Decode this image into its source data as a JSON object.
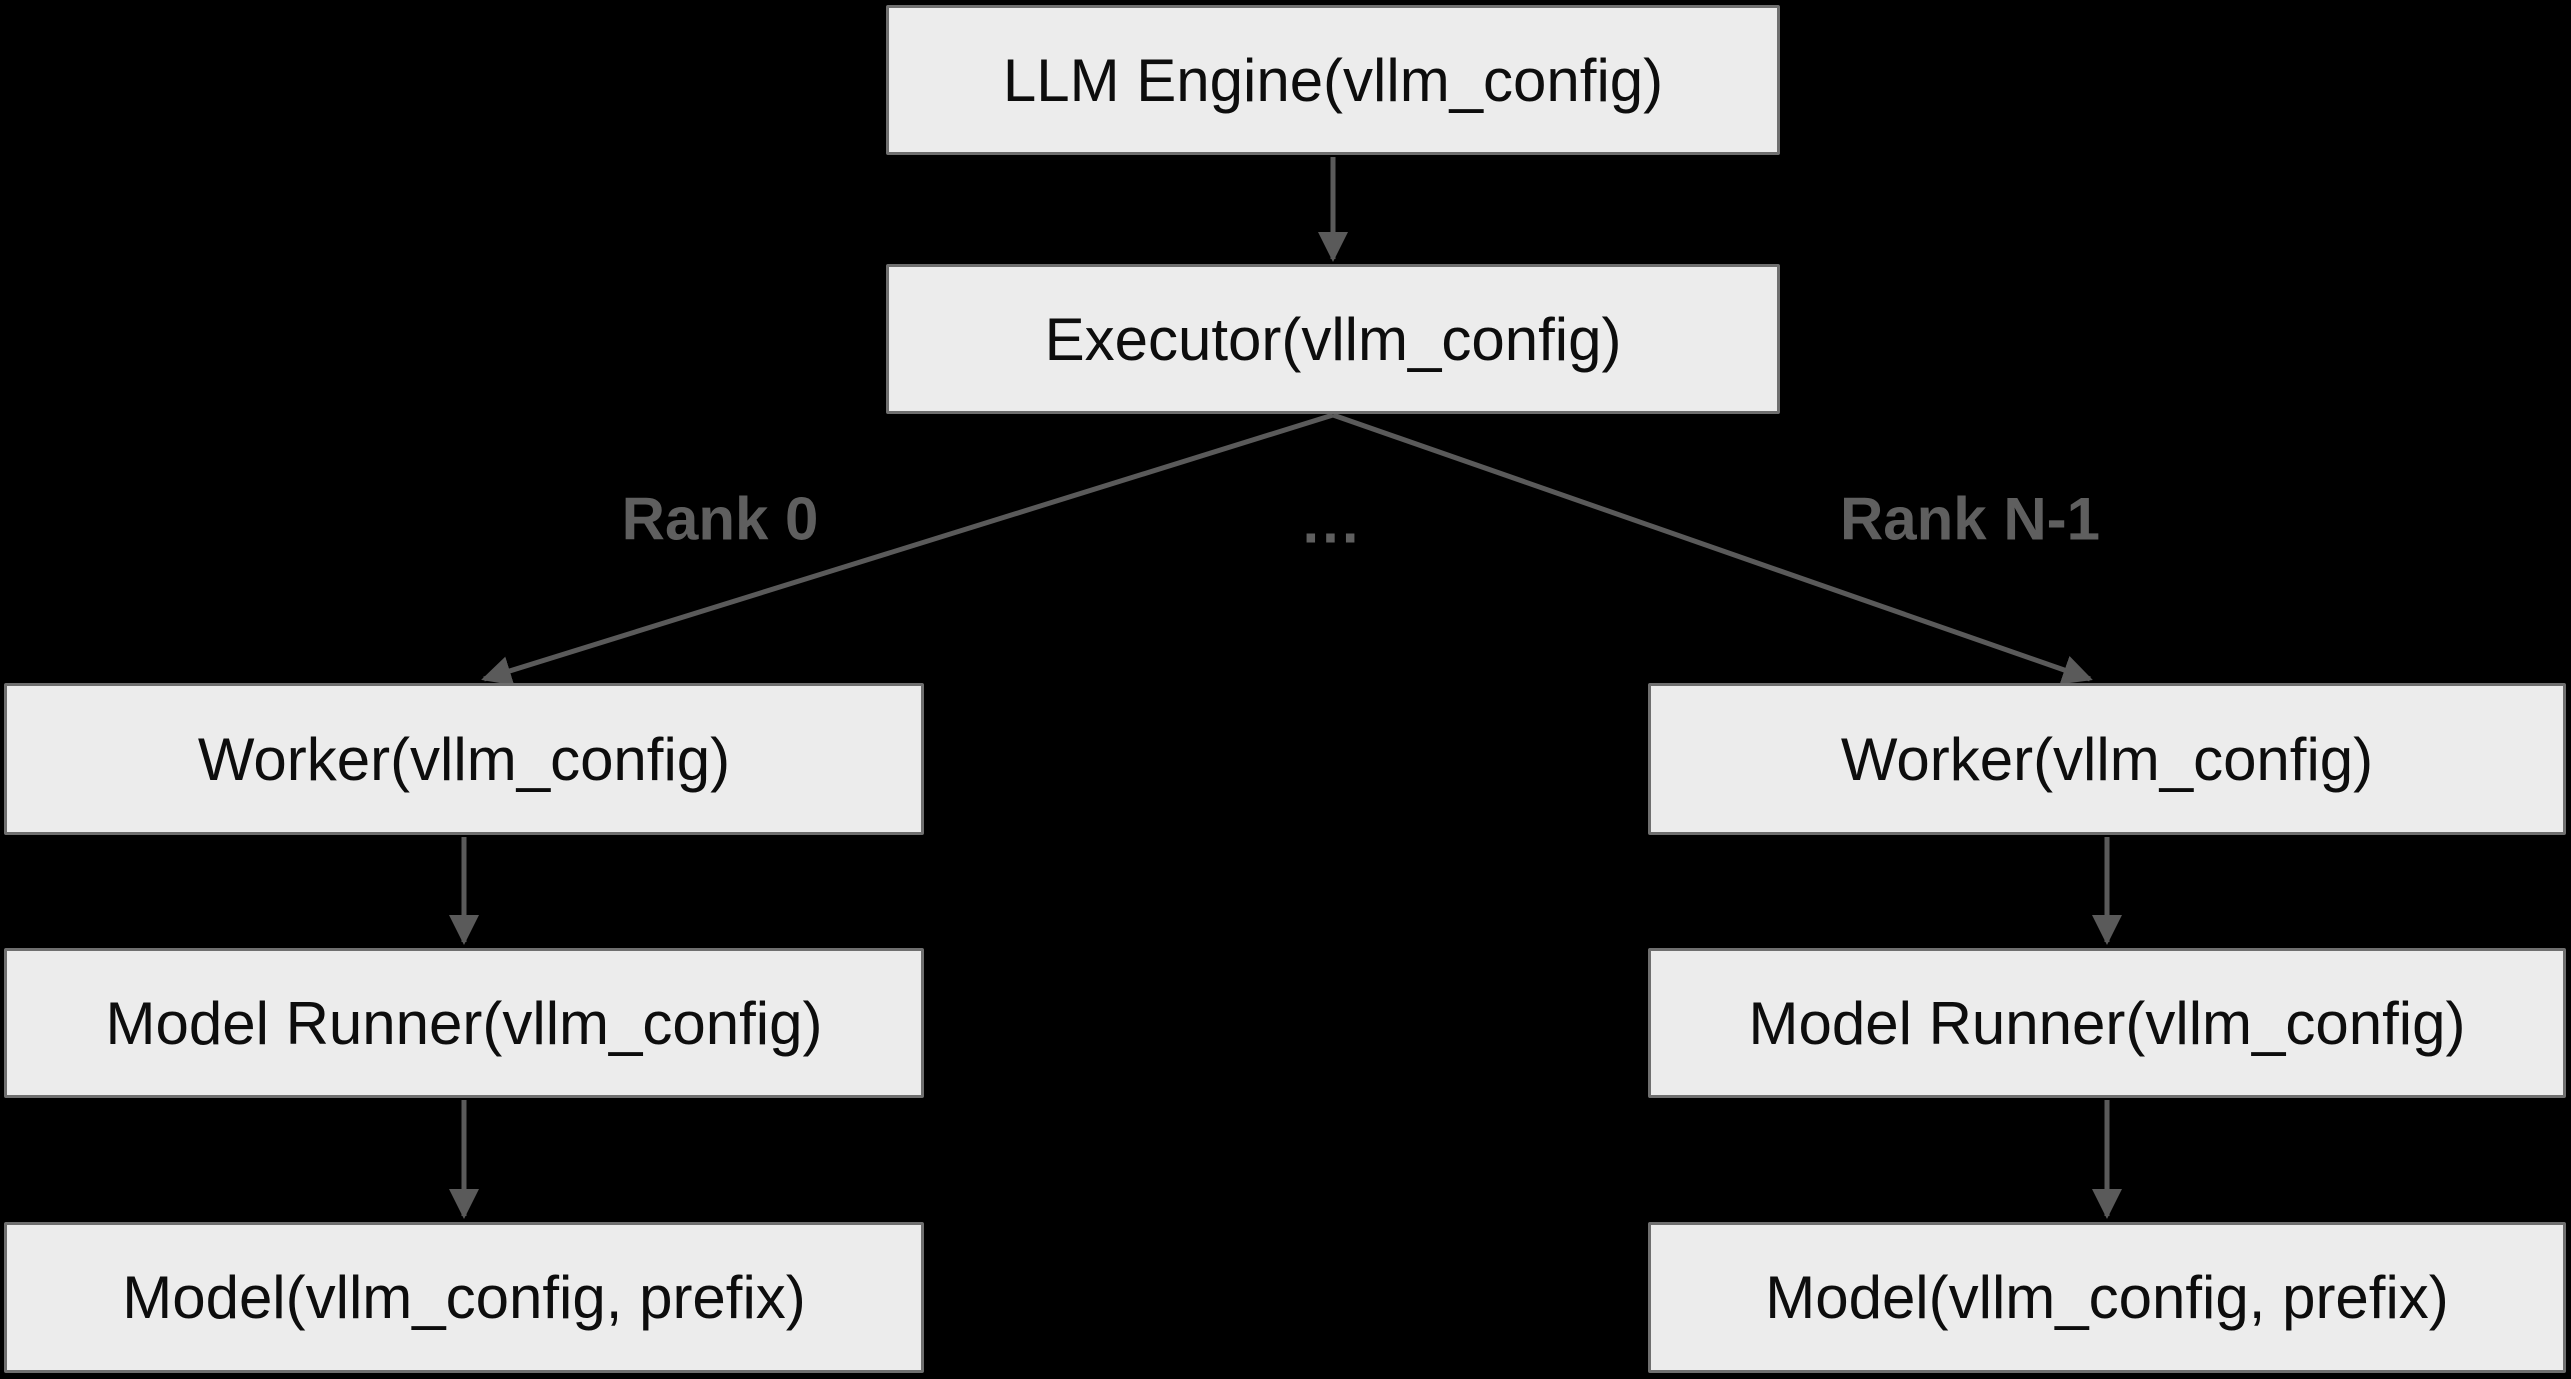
{
  "theme": {
    "background": "#000000",
    "node_fill": "#ececec",
    "node_border": "#6f6f6f",
    "node_text": "#0d0d0d",
    "edge_color": "#5a5a5a",
    "edge_label_color": "#5f5f5f"
  },
  "diagram": {
    "type": "flowchart",
    "direction": "top-down",
    "nodes": {
      "llm_engine": {
        "label": "LLM Engine(vllm_config)"
      },
      "executor": {
        "label": "Executor(vllm_config)"
      },
      "worker_left": {
        "label": "Worker(vllm_config)"
      },
      "worker_right": {
        "label": "Worker(vllm_config)"
      },
      "model_runner_left": {
        "label": "Model Runner(vllm_config)"
      },
      "model_runner_right": {
        "label": "Model Runner(vllm_config)"
      },
      "model_left": {
        "label": "Model(vllm_config, prefix)"
      },
      "model_right": {
        "label": "Model(vllm_config, prefix)"
      }
    },
    "edge_labels": {
      "rank_0": "Rank 0",
      "ellipsis": "...",
      "rank_n_minus_1": "Rank N-1"
    },
    "edges": [
      {
        "from": "llm_engine",
        "to": "executor",
        "label": ""
      },
      {
        "from": "executor",
        "to": "worker_left",
        "label": "Rank 0"
      },
      {
        "from": "executor",
        "to": "worker_right",
        "label": "Rank N-1"
      },
      {
        "from": "worker_left",
        "to": "model_runner_left",
        "label": ""
      },
      {
        "from": "worker_right",
        "to": "model_runner_right",
        "label": ""
      },
      {
        "from": "model_runner_left",
        "to": "model_left",
        "label": ""
      },
      {
        "from": "model_runner_right",
        "to": "model_right",
        "label": ""
      }
    ]
  }
}
